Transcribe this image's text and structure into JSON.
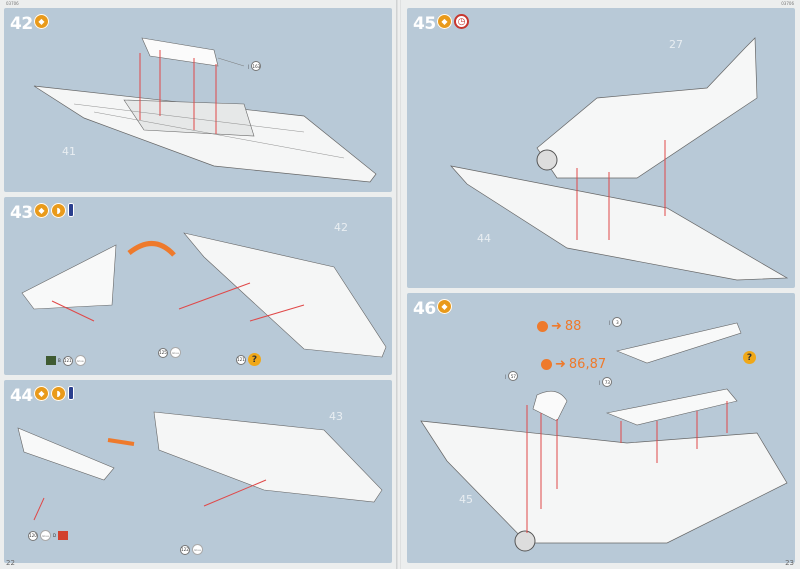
{
  "header": {
    "left_code": "03706",
    "right_code": "03706"
  },
  "pages": {
    "left_number": "22",
    "right_number": "23"
  },
  "steps": [
    {
      "number": "42",
      "part_label": "41",
      "callout_parts": [
        "163"
      ]
    },
    {
      "number": "43",
      "part_label": "42",
      "callout_parts": [
        "121",
        "125",
        "121"
      ],
      "glue_label": "Glue",
      "optional_prefix": "B"
    },
    {
      "number": "44",
      "part_label": "43",
      "callout_parts": [
        "120",
        "122"
      ],
      "glue_label": "Glue",
      "optional_prefix": "D"
    },
    {
      "number": "45",
      "part_label": "44",
      "fuselage_label": "27"
    },
    {
      "number": "46",
      "part_label": "45",
      "ref_a": "88",
      "ref_b": "86,87",
      "callout_parts": [
        "3",
        "57",
        "73"
      ]
    }
  ],
  "colors": {
    "panel": "#b8c9d7",
    "accent": "#ee7a2c",
    "arrow": "#e04848"
  },
  "icons": [
    "glue-icon",
    "paint-icon",
    "clock-icon",
    "question-icon"
  ]
}
